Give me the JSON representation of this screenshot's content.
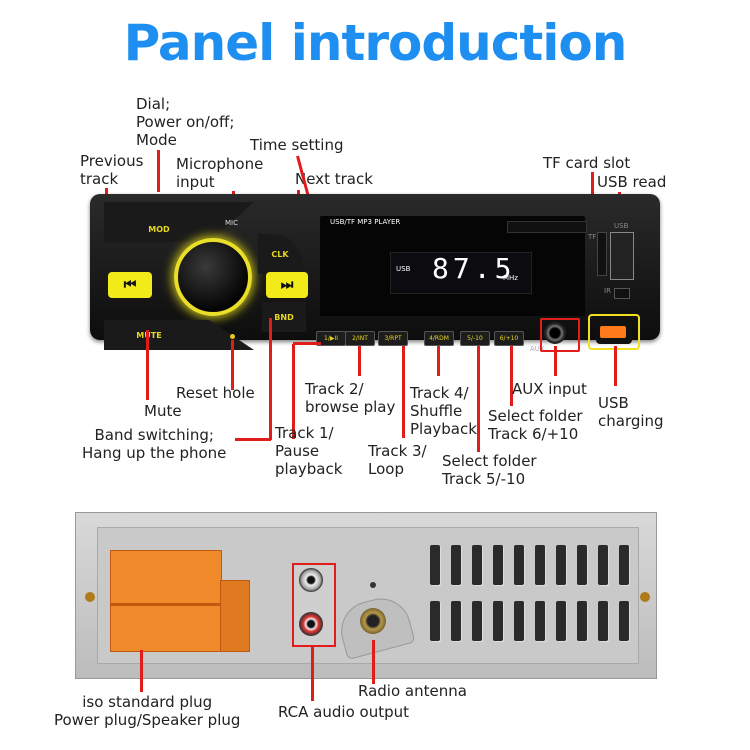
{
  "title": "Panel introduction",
  "labels": {
    "dial": "Dial;\nPower on/off;\nMode",
    "time_setting": "Time setting",
    "previous_track": "Previous\ntrack",
    "microphone_input": "Microphone\ninput",
    "next_track": "Next track",
    "tf_card_slot": "TF card slot",
    "usb_read": "USB read",
    "reset_hole": "Reset hole",
    "mute": "Mute",
    "band_switching": "Band switching;\nHang up the phone",
    "track2": "Track 2/\nbrowse play",
    "track1": "Track 1/\nPause\nplayback",
    "track4": "Track 4/\nShuffle\nPlayback",
    "track3": "Track 3/\nLoop",
    "aux_input": "AUX input",
    "select_folder_6": "Select folder\nTrack 6/+10",
    "select_folder_5": "Select folder\nTrack 5/-10",
    "usb_charging": "USB\ncharging",
    "iso_plug": "iso standard plug\nPower plug/Speaker plug",
    "rca_output": "RCA audio output",
    "radio_antenna": "Radio antenna"
  },
  "panel": {
    "player_name": "USB/TF MP3 PLAYER",
    "mod_label": "MOD",
    "mic_label": "MIC",
    "clk_label": "CLK",
    "bnd_label": "BND",
    "mute_label": "MUTE",
    "prev_glyph": "⏮",
    "next_glyph": "⏭",
    "lcd_value": "87.5",
    "lcd_usb": "USB",
    "lcd_unit": "MHz",
    "tf_label": "TF",
    "usb_label": "USB",
    "ir_label": "IR",
    "aux_label": "AUX",
    "buttons": [
      "1/▶II",
      "2/INT",
      "3/RPT",
      "4/RDM",
      "5/-10",
      "6/+10"
    ]
  },
  "colors": {
    "title": "#1e8ff0",
    "callout_line": "#e21b1b",
    "button_yellow": "#f3ea1a",
    "usb_port": "#ff7a1a"
  }
}
